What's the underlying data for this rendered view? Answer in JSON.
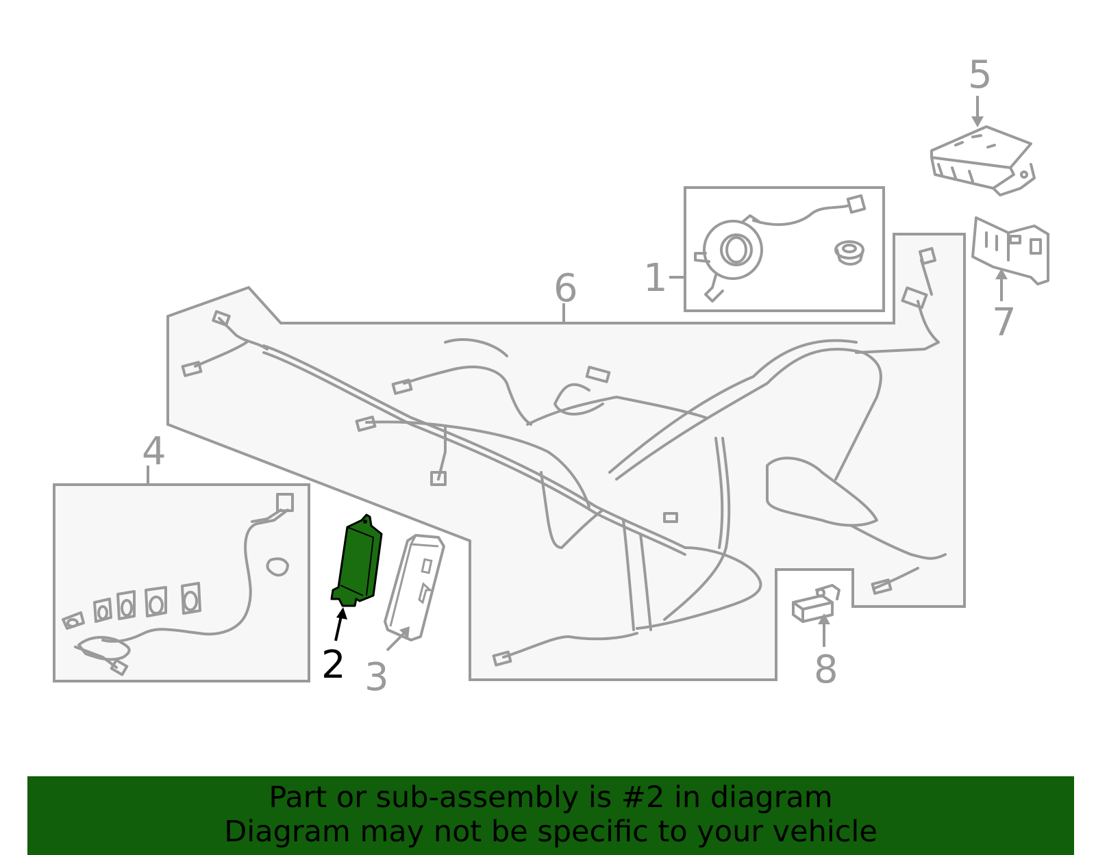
{
  "diagram": {
    "callouts": [
      {
        "id": "1",
        "label": "1",
        "highlighted": false
      },
      {
        "id": "2",
        "label": "2",
        "highlighted": true
      },
      {
        "id": "3",
        "label": "3",
        "highlighted": false
      },
      {
        "id": "4",
        "label": "4",
        "highlighted": false
      },
      {
        "id": "5",
        "label": "5",
        "highlighted": false
      },
      {
        "id": "6",
        "label": "6",
        "highlighted": false
      },
      {
        "id": "7",
        "label": "7",
        "highlighted": false
      },
      {
        "id": "8",
        "label": "8",
        "highlighted": false
      }
    ],
    "colors": {
      "line": "#9a9a9a",
      "panel_fill": "#f7f7f7",
      "highlight_fill": "#1a6e10",
      "banner": "#115e0b"
    }
  },
  "banner": {
    "line1": "Part or sub-assembly is #2 in diagram",
    "line2": "Diagram may not be specific to your vehicle"
  }
}
